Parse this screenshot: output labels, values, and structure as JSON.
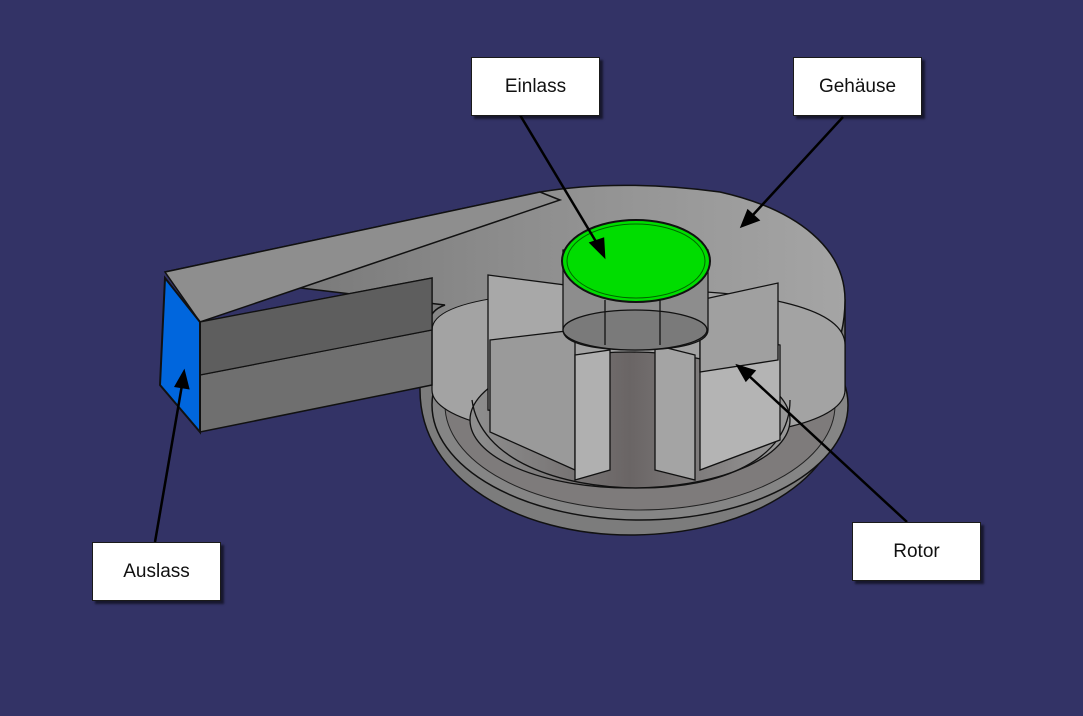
{
  "labels": {
    "einlass": "Einlass",
    "gehaeuse": "Gehäuse",
    "auslass": "Auslass",
    "rotor": "Rotor"
  },
  "colors": {
    "background": "#333366",
    "housing": "#8a8a8a",
    "inlet": "#00dd00",
    "outlet": "#0066dd",
    "outline": "#111111"
  }
}
